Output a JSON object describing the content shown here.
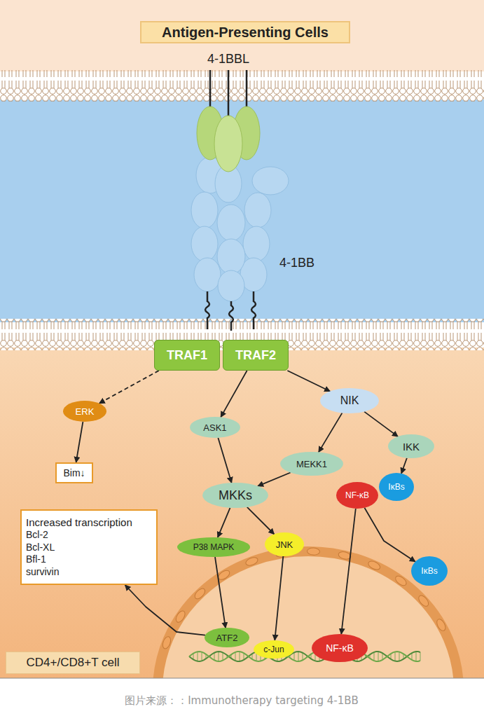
{
  "diagram": {
    "caption": "图片来源：：Immunotherapy targeting 4-1BB",
    "nodes": [
      {
        "text": [
          "Antigen-Presenting Cells"
        ]
      },
      {
        "text": [
          "TRAF1"
        ]
      },
      {
        "text": [
          "TRAF2"
        ]
      },
      {
        "text": [
          "ERK"
        ]
      },
      {
        "text": [
          "Bim↓"
        ]
      },
      {
        "text": [
          "ASK1"
        ]
      },
      {
        "text": [
          "NIK"
        ]
      },
      {
        "text": [
          "MEKK1"
        ]
      },
      {
        "text": [
          "IKK"
        ]
      },
      {
        "text": [
          "MKKs"
        ]
      },
      {
        "text": [
          "NF-κB"
        ]
      },
      {
        "text": [
          "IκBs"
        ]
      },
      {
        "text": [
          "P38 MAPK"
        ]
      },
      {
        "text": [
          "JNK"
        ]
      },
      {
        "text": [
          "IκBs"
        ]
      },
      {
        "text": [
          "Increased transcription",
          "Bcl-2",
          "Bcl-XL",
          "Bfl-1",
          "survivin"
        ]
      },
      {
        "text": [
          "ATF2"
        ]
      },
      {
        "text": [
          "c-Jun"
        ]
      },
      {
        "text": [
          "NF-κB"
        ]
      },
      {
        "text": [
          "CD4+/CD8+T cell"
        ]
      }
    ],
    "edges": [
      {
        "from": 1,
        "to": 3,
        "arrow": "to"
      },
      {
        "from": 3,
        "to": 4,
        "arrow": "to"
      },
      {
        "from": 2,
        "to": 5,
        "arrow": "to"
      },
      {
        "from": 2,
        "to": 6,
        "arrow": "to"
      },
      {
        "from": 6,
        "to": 7,
        "arrow": "to"
      },
      {
        "from": 6,
        "to": 8,
        "arrow": "to"
      },
      {
        "from": 5,
        "to": 9,
        "arrow": "to"
      },
      {
        "from": 7,
        "to": 9,
        "arrow": "to"
      },
      {
        "from": 9,
        "to": 12,
        "arrow": "to"
      },
      {
        "from": 9,
        "to": 13,
        "arrow": "to"
      },
      {
        "from": 8,
        "to": 11,
        "arrow": "to"
      },
      {
        "from": 10,
        "to": 14,
        "arrow": "to"
      },
      {
        "from": 10,
        "to": 18,
        "arrow": "to"
      },
      {
        "from": 12,
        "to": 16,
        "arrow": "to"
      },
      {
        "from": 13,
        "to": 17,
        "arrow": "to"
      },
      {
        "from": 16,
        "to": 15,
        "arrow": "to"
      }
    ],
    "labels": [
      "4-1BBL",
      "4-1BB"
    ]
  }
}
